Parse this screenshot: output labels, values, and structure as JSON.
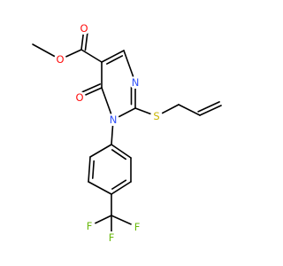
{
  "molecule": {
    "atoms": [
      {
        "key": "o_ester_carbonyl",
        "text": "O",
        "color": "#ff0d0d"
      },
      {
        "key": "o_ester_methoxy",
        "text": "O",
        "color": "#ff0d0d"
      },
      {
        "key": "o_ring_carbonyl",
        "text": "O",
        "color": "#ff0d0d"
      },
      {
        "key": "n3",
        "text": "N",
        "color": "#3050f8"
      },
      {
        "key": "n1",
        "text": "N",
        "color": "#3050f8"
      },
      {
        "key": "s",
        "text": "S",
        "color": "#c8b400"
      },
      {
        "key": "f_left",
        "text": "F",
        "color": "#6ab80e"
      },
      {
        "key": "f_right",
        "text": "F",
        "color": "#6ab80e"
      },
      {
        "key": "f_bottom",
        "text": "F",
        "color": "#6ab80e"
      }
    ],
    "colors": {
      "bond": "#000000",
      "oxygen": "#ff0d0d",
      "nitrogen": "#3050f8",
      "sulfur": "#c8b400",
      "fluorine": "#6ab80e"
    }
  }
}
